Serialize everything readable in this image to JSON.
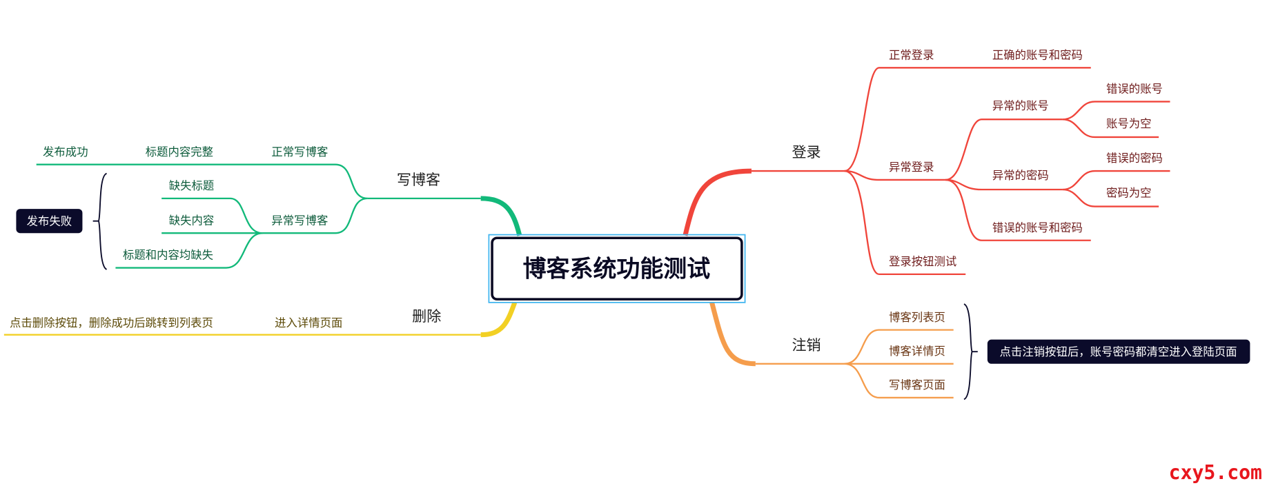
{
  "central": {
    "title": "博客系统功能测试"
  },
  "colors": {
    "login": "#f0453b",
    "logout": "#f59d4c",
    "write": "#12b97a",
    "delete": "#f2d024",
    "note_bg": "#0b0b2a",
    "frame": "#3fb4ef"
  },
  "login": {
    "label": "登录",
    "normal": {
      "label": "正常登录",
      "child": "正确的账号和密码"
    },
    "abnormal": {
      "label": "异常登录",
      "bad_account": {
        "label": "异常的账号",
        "children": [
          "错误的账号",
          "账号为空"
        ]
      },
      "bad_password": {
        "label": "异常的密码",
        "children": [
          "错误的密码",
          "密码为空"
        ]
      },
      "both_wrong": "错误的账号和密码"
    },
    "button_test": "登录按钮测试"
  },
  "logout": {
    "label": "注销",
    "children": [
      "博客列表页",
      "博客详情页",
      "写博客页面"
    ],
    "note": "点击注销按钮后，账号密码都清空进入登陆页面"
  },
  "write": {
    "label": "写博客",
    "normal": {
      "label": "正常写博客",
      "child": "标题内容完整",
      "result": "发布成功"
    },
    "abnormal": {
      "label": "异常写博客",
      "children": [
        "缺失标题",
        "缺失内容",
        "标题和内容均缺失"
      ]
    },
    "fail_note": "发布失败"
  },
  "delete": {
    "label": "删除",
    "child": "进入详情页面",
    "result": "点击删除按钮，删除成功后跳转到列表页"
  },
  "watermark": "cxy5.com"
}
